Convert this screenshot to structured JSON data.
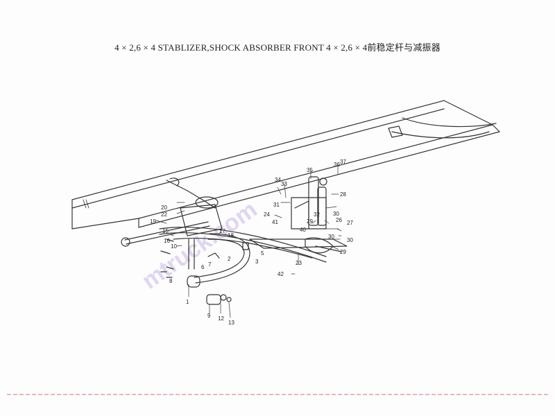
{
  "title": "4 × 2,6 × 4 STABLIZER,SHOCK ABSORBER FRONT 4 × 2,6 × 4前稳定杆与减振器",
  "watermark": "mtruck.com",
  "callouts": {
    "n1": "1",
    "n2": "2",
    "n3": "3",
    "n5": "5",
    "n6": "6",
    "n7": "7",
    "n8": "8",
    "n9": "9",
    "n10": "10",
    "n12": "12",
    "n13": "13",
    "n15": "15",
    "n16": "16",
    "n17": "17",
    "n18": "18",
    "n19": "19",
    "n20": "20",
    "n22": "22",
    "n23": "23",
    "n24": "24",
    "n26": "26",
    "n27": "27",
    "n28": "28",
    "n29a": "29",
    "n29b": "29",
    "n30a": "30",
    "n30b": "30",
    "n30c": "30",
    "n31": "31",
    "n32": "32",
    "n33": "33",
    "n34": "34",
    "n35": "35",
    "n36": "36",
    "n37": "37",
    "n40": "40",
    "n41": "41",
    "n42": "42"
  }
}
